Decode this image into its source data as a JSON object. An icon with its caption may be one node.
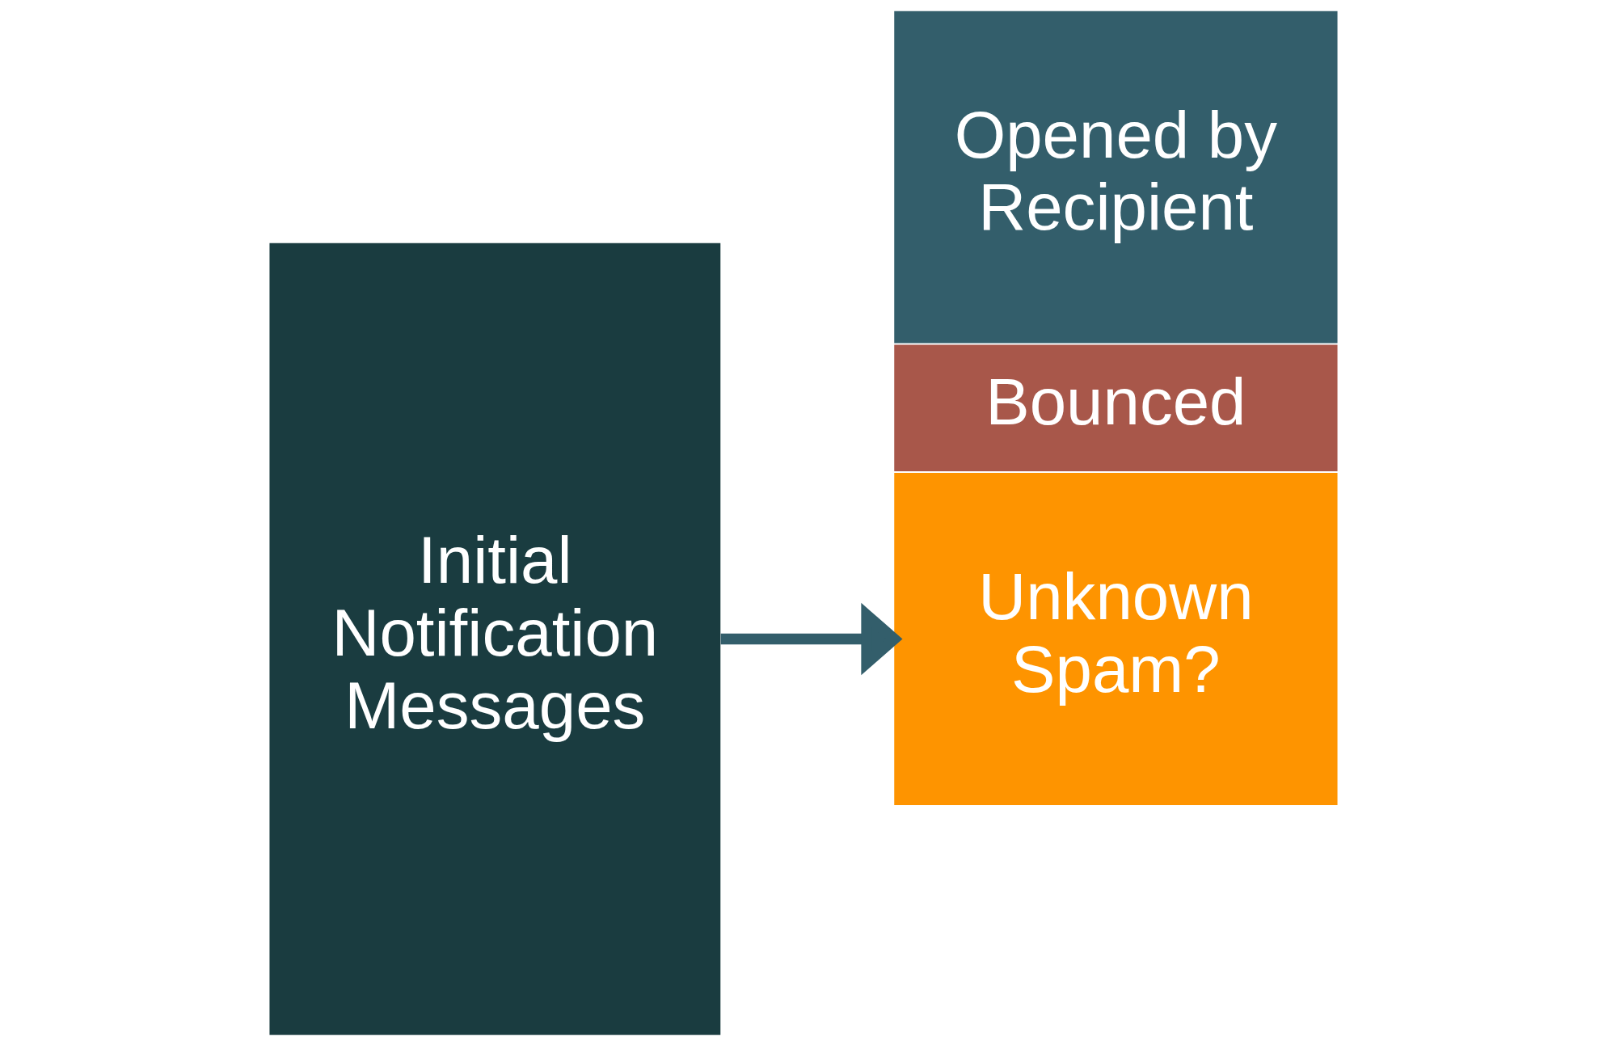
{
  "diagram": {
    "nodes": [
      {
        "text": [
          "Initial Notification Messages"
        ]
      },
      {
        "text": [
          "Opened by Recipient"
        ]
      },
      {
        "text": [
          "Unknown Spam?"
        ]
      },
      {
        "text": [
          "Bounced"
        ]
      }
    ],
    "edges": [
      {
        "from": 0,
        "to": 2,
        "arrow": "to"
      }
    ]
  }
}
